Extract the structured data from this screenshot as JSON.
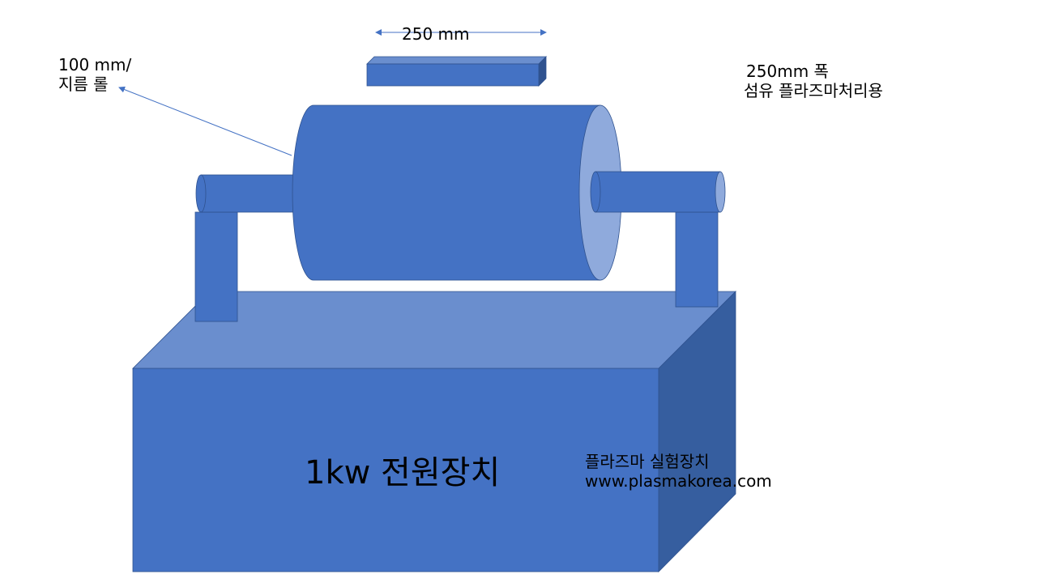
{
  "labels": {
    "width_dimension": "250 mm",
    "roll_diameter_line1": "100 mm/",
    "roll_diameter_line2": "지름 롤",
    "fabric_line1": "250mm 폭",
    "fabric_line2": "섬유 플라즈마처리용",
    "power_supply": "1kw 전원장치",
    "product_name": "플라즈마 실험장치",
    "website": "www.plasmakorea.com"
  },
  "colors": {
    "shape_fill": "#4472C4",
    "box_top": "#6A8ECE",
    "box_side": "#365E9F",
    "roll_end": "#8FAADC",
    "outline": "#2F528F",
    "dimension_line": "#4472C4"
  }
}
